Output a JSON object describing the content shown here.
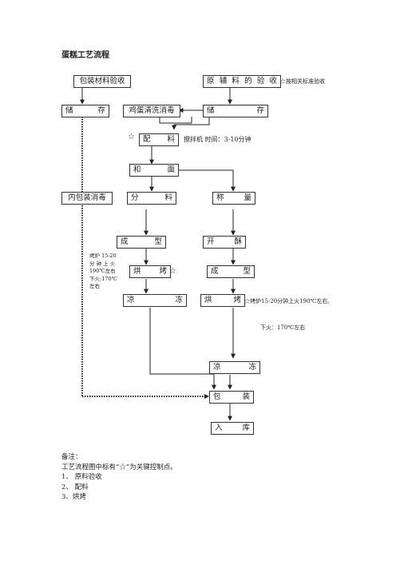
{
  "title": "蛋糕工艺流程",
  "boxes": {
    "packaging_material_inspection": [
      "包装材料验收"
    ],
    "raw_material_inspection": [
      "原",
      "辅",
      "料",
      "的",
      "验",
      "收"
    ],
    "storage_left": [
      "储",
      "存"
    ],
    "egg_wash": [
      "鸡蛋清洗消毒"
    ],
    "storage_right": [
      "储",
      "存"
    ],
    "batching": [
      "配",
      "料"
    ],
    "mixing": [
      "和",
      "面"
    ],
    "inner_pack_disinfect": [
      "内包装消毒"
    ],
    "portioning": [
      "分",
      "料"
    ],
    "weighing": [
      "称",
      "量"
    ],
    "forming_left": [
      "成",
      "型"
    ],
    "crisp": [
      "开",
      "酥"
    ],
    "baking_left": [
      "烘",
      "烤"
    ],
    "forming_right": [
      "成",
      "型"
    ],
    "cooling_left": [
      "凉",
      "冻"
    ],
    "baking_right": [
      "烘",
      "烤"
    ],
    "cooling_right": [
      "凉",
      "冻"
    ],
    "packing": [
      "包",
      "装"
    ],
    "warehousing": [
      "入",
      "库"
    ]
  },
  "notes": {
    "inspect_standard": "☆按相关标准验收",
    "mixer": "搅拌机  时间：3-10分钟",
    "oven_left": [
      "烤炉 15-20",
      "分 钟 上 火",
      "190℃左右",
      "下火:170℃",
      "左右"
    ],
    "oven_right_1": "☆烤炉15-20分钟上火190℃左右,",
    "oven_right_2": "下火：170℃左右"
  },
  "stars": {
    "batching": "☆",
    "baking_left": "☆"
  },
  "footer": {
    "label": "备注：",
    "legend": "工艺流程图中标有“☆”为关键控制点。",
    "points": [
      "1、  原料验收",
      "2、  配料",
      "3、烘烤"
    ]
  }
}
